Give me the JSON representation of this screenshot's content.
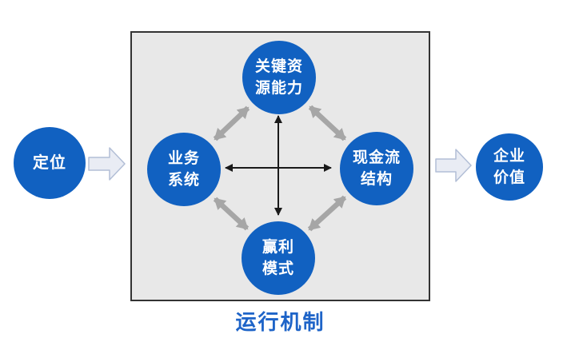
{
  "colors": {
    "node_fill": "#1161C1",
    "node_text": "#ffffff",
    "box_bg": "#e8e8e8",
    "box_border": "#333333",
    "gray_arrow": "#a6a6a6",
    "black_arrow": "#1a1a1a",
    "block_fill": "#e9ecf4",
    "block_stroke": "#b2bed6",
    "caption": "#1E64C8"
  },
  "nodes": {
    "positioning": {
      "lines": [
        "定位"
      ]
    },
    "key_resources": {
      "lines": [
        "关键资",
        "源能力"
      ]
    },
    "business_system": {
      "lines": [
        "业务",
        "系统"
      ]
    },
    "cashflow_structure": {
      "lines": [
        "现金流",
        "结构"
      ]
    },
    "profit_model": {
      "lines": [
        "赢利",
        "模式"
      ]
    },
    "enterprise_value": {
      "lines": [
        "企业",
        "价值"
      ]
    }
  },
  "caption": "运行机制"
}
